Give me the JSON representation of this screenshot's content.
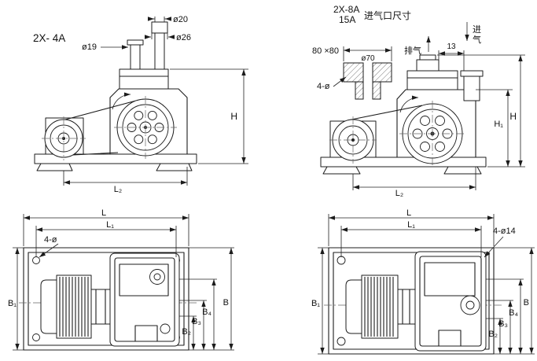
{
  "page": {
    "background": "#ffffff",
    "line_color": "#1c1c1c"
  },
  "views": {
    "side_4a": {
      "model_label": "2X- 4A",
      "dims": {
        "d19": "ø19",
        "d20": "ø20",
        "d26": "ø26",
        "H": "H",
        "L2": "L₂"
      }
    },
    "side_8a15a": {
      "model_top": "2X-8A",
      "model_bottom": "15A",
      "subtitle": "进气口尺寸",
      "dims": {
        "square": "80 ×80",
        "d70": "ø70",
        "holes": "4-ø",
        "gap13": "13",
        "H1": "H₁",
        "H": "H",
        "L2": "L₂"
      },
      "labels": {
        "exhaust": "排气",
        "intake_char1": "进",
        "intake_char2": "气"
      }
    },
    "top_4a": {
      "dims": {
        "L": "L",
        "L1": "L₁",
        "holes": "4-ø",
        "B1": "B₁",
        "B2": "B₂",
        "B3": "B₃",
        "B4": "B₄",
        "B": "B"
      }
    },
    "top_8a15a": {
      "dims": {
        "L": "L",
        "L1": "L₁",
        "holes": "4-ø14",
        "B1": "B₁",
        "B2": "B₂",
        "B3": "B₃",
        "B4": "B₄",
        "B": "B"
      }
    }
  }
}
